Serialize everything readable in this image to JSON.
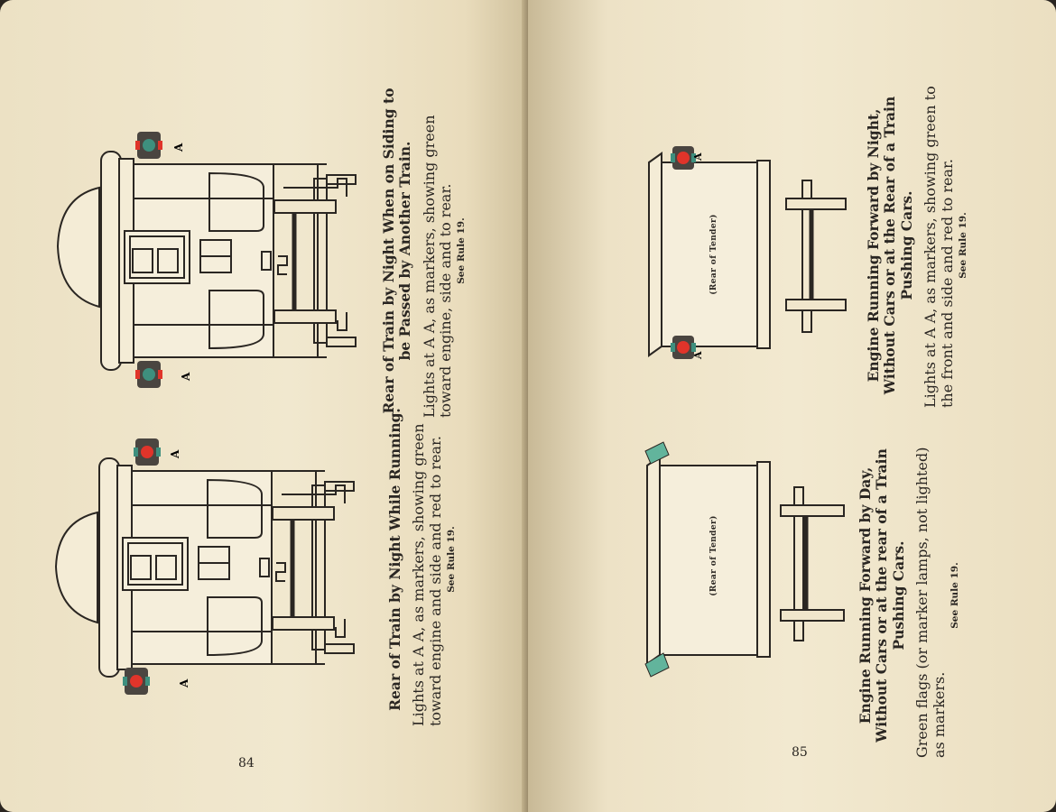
{
  "left_page": {
    "page_number": "84",
    "figure1": {
      "heading": "Rear of Train by Night While Running.",
      "body": "Lights at A A, as markers, showing green toward engine and side and red to rear.",
      "rule": "See Rule 19.",
      "marker_label": "A"
    },
    "figure2": {
      "heading": "Rear of Train by Night When on Siding to be Passed by Another Train.",
      "body": "Lights at A A, as markers, showing green toward engine, side and to rear.",
      "rule": "See Rule 19.",
      "marker_label": "A"
    }
  },
  "right_page": {
    "page_number": "85",
    "figure1": {
      "heading": "Engine Running Forward by Day, Without Cars or at the rear of a Train Pushing Cars.",
      "body": "Green flags (or marker lamps, not lighted) as markers.",
      "rule": "See Rule 19.",
      "tender_label": "(Rear of Tender)"
    },
    "figure2": {
      "heading": "Engine Running Forward by Night, Without Cars or at the Rear of a Train Pushing Cars.",
      "body": "Lights at A A, as markers, showing green to the front and side and red to rear.",
      "rule": "See Rule 19.",
      "tender_label": "(Rear of Tender)",
      "marker_label": "A"
    }
  },
  "colors": {
    "green_lamp": "#3e8f7e",
    "red_lamp": "#e0342a",
    "green_flag": "#62b49c"
  }
}
